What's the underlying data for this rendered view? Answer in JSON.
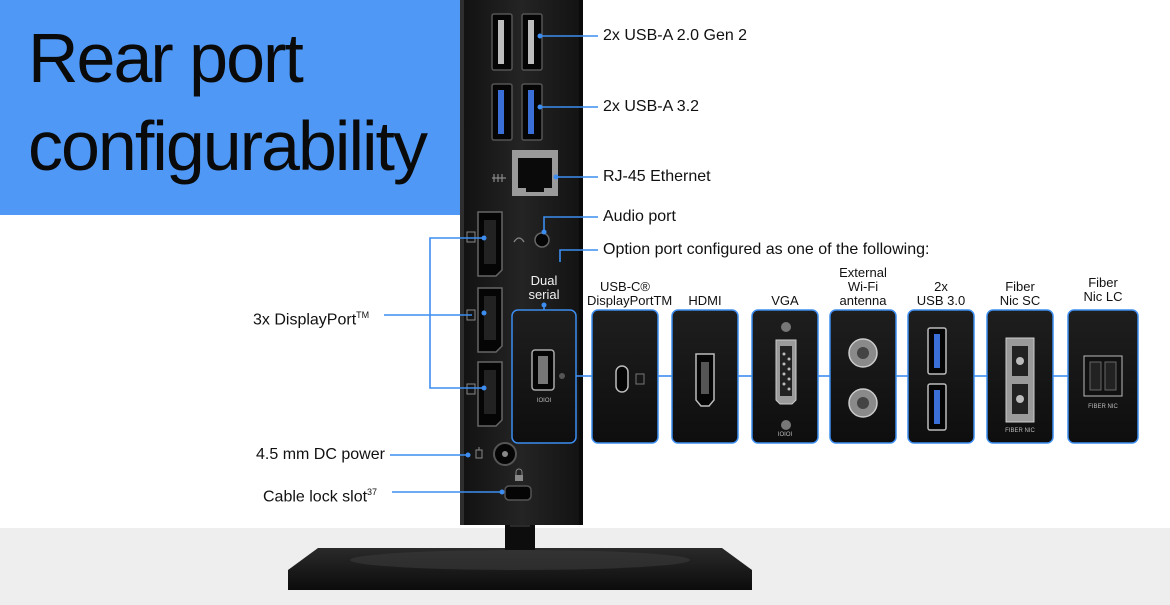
{
  "title": {
    "line1": "Rear port",
    "line2": "configurability"
  },
  "callouts": {
    "usb_a_20": "2x USB-A 2.0 Gen 2",
    "usb_a_32": "2x USB-A 3.2",
    "rj45": "RJ-45 Ethernet",
    "audio": "Audio port",
    "option_port": "Option port configured as one of the following:",
    "displayport_text": "3x DisplayPort",
    "displayport_tm": "TM",
    "dc_power": "4.5 mm DC power",
    "cable_lock_text": "Cable lock slot",
    "cable_lock_sup": "37"
  },
  "dual_serial_label": "Dual\nserial",
  "modules": [
    {
      "id": "usbc",
      "label": "USB-C®\nDisplayPortTM"
    },
    {
      "id": "hdmi",
      "label": "HDMI"
    },
    {
      "id": "vga",
      "label": "VGA"
    },
    {
      "id": "wifi",
      "label": "External\nWi-Fi\nantenna"
    },
    {
      "id": "usb3",
      "label": "2x\nUSB 3.0"
    },
    {
      "id": "fiber_sc",
      "label": "Fiber\nNic SC"
    },
    {
      "id": "fiber_lc",
      "label": "Fiber\nNic LC"
    }
  ],
  "module_marks": {
    "serial": "IOIOI",
    "vga": "IOIOI",
    "fiber_sc": "FIBER NIC",
    "fiber_lc": "FIBER NIC"
  },
  "colors": {
    "accent_blue": "#4f98f6",
    "connector_line": "#3d8df0",
    "device_body": "#1c1c1c",
    "module_body": "#141414"
  },
  "icons": [
    "usb-icon",
    "ethernet-icon",
    "headset-icon",
    "displayport-icon",
    "power-plug-icon",
    "lock-icon"
  ]
}
